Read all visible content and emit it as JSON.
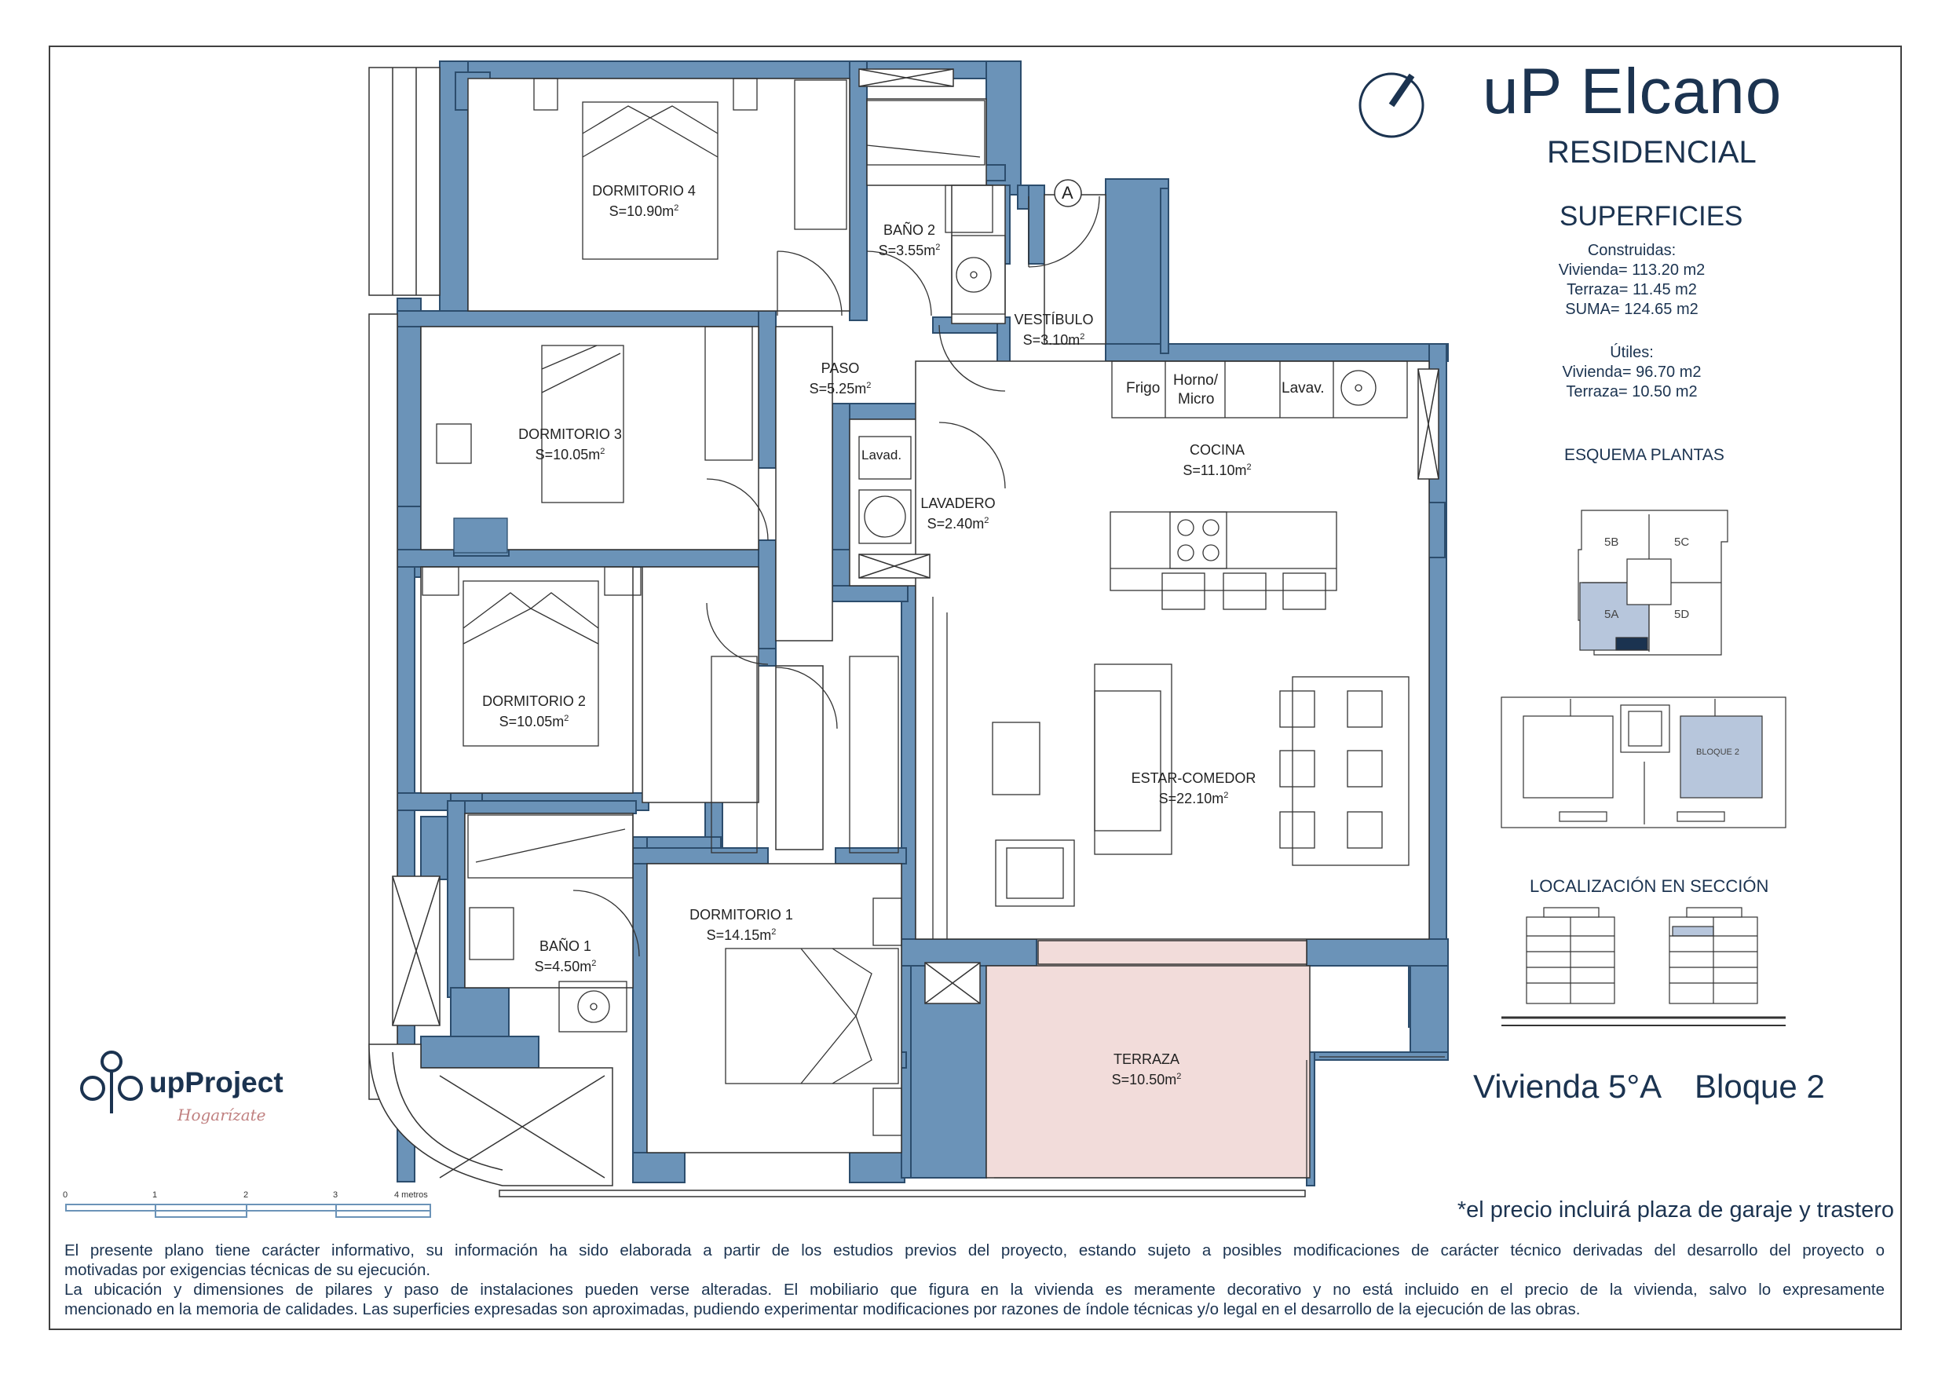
{
  "project": {
    "title": "uP Elcano",
    "subtitle": "RESIDENCIAL"
  },
  "superficies": {
    "heading": "SUPERFICIES",
    "construidas_label": "Construidas:",
    "construidas": [
      "Vivienda= 113.20 m2",
      "Terraza= 11.45 m2",
      "SUMA= 124.65 m2"
    ],
    "utiles_label": "Útiles:",
    "utiles": [
      "Vivienda= 96.70 m2",
      "Terraza= 10.50 m2"
    ]
  },
  "esquema": {
    "heading": "ESQUEMA PLANTAS",
    "units": [
      "5B",
      "5C",
      "5A",
      "5D"
    ],
    "bloque_label": "BLOQUE 2"
  },
  "localizacion": {
    "heading": "LOCALIZACIÓN EN SECCIÓN"
  },
  "vivienda": {
    "unit": "Vivienda 5°A",
    "block": "Bloque 2"
  },
  "rooms": [
    {
      "name": "DORMITORIO 4",
      "area": "S=10.90m",
      "sup": "2"
    },
    {
      "name": "BAÑO 2",
      "area": "S=3.55m",
      "sup": "2"
    },
    {
      "name": "VESTÍBULO",
      "area": "S=3.10m",
      "sup": "2"
    },
    {
      "name": "PASO",
      "area": "S=5.25m",
      "sup": "2"
    },
    {
      "name": "DORMITORIO 3",
      "area": "S=10.05m",
      "sup": "2"
    },
    {
      "name": "LAVADERO",
      "area": "S=2.40m",
      "sup": "2"
    },
    {
      "name": "COCINA",
      "area": "S=11.10m",
      "sup": "2"
    },
    {
      "name": "DORMITORIO 2",
      "area": "S=10.05m",
      "sup": "2"
    },
    {
      "name": "ESTAR-COMEDOR",
      "area": "S=22.10m",
      "sup": "2"
    },
    {
      "name": "DORMITORIO 1",
      "area": "S=14.15m",
      "sup": "2"
    },
    {
      "name": "BAÑO 1",
      "area": "S=4.50m",
      "sup": "2"
    },
    {
      "name": "TERRAZA",
      "area": "S=10.50m",
      "sup": "2"
    }
  ],
  "fixtures": {
    "frigo": "Frigo",
    "horno": "Horno/",
    "micro": "Micro",
    "lavav": "Lavav.",
    "lavad": "Lavad.",
    "entry_marker": "A"
  },
  "scale": {
    "ticks": [
      "0",
      "1",
      "2",
      "3",
      "4 metros"
    ]
  },
  "brand": {
    "name": "upProject",
    "tagline": "Hogarízate"
  },
  "precio_note": "*el precio incluirá plaza de garaje y trastero",
  "disclaimer": [
    "El presente plano tiene carácter informativo, su información ha sido elaborada a partir de los estudios previos del proyecto, estando sujeto a posibles modificaciones de carácter técnico derivadas del desarrollo del proyecto o",
    "motivadas por exigencias técnicas de su ejecución.",
    "La ubicación y dimensiones de pilares y paso de instalaciones pueden verse alteradas. El mobiliario que figura en la vivienda es meramente decorativo y no está incluido en el precio de la vivienda, salvo lo expresamente",
    "mencionado en la memoria de calidades. Las superficies expresadas son aproximadas, pudiendo experimentar modificaciones por razones de índole técnicas y/o legal en el desarrollo de la ejecución de las obras."
  ],
  "colors": {
    "wall": "#6b93b8",
    "wall_stroke": "#2c4d6d",
    "terrace": "#f2dcda",
    "navy": "#1b3350",
    "highlight": "#b7c6dc"
  }
}
